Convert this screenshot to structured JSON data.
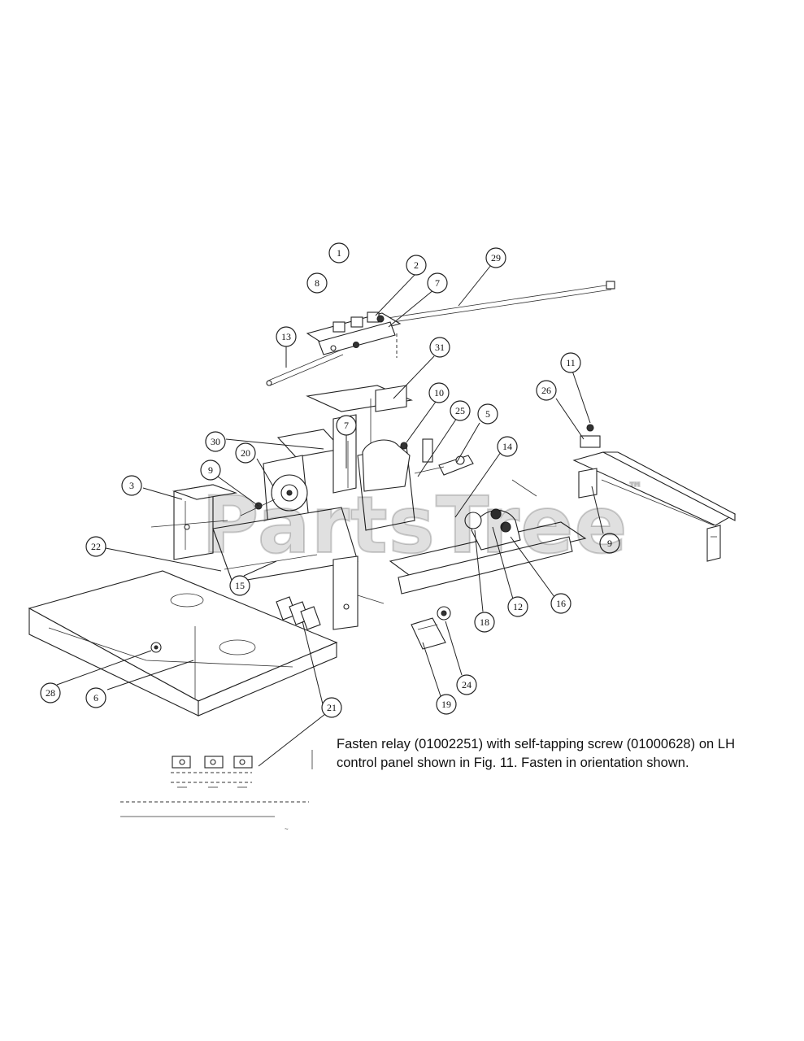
{
  "diagram": {
    "callouts": [
      "1",
      "2",
      "29",
      "8",
      "7",
      "13",
      "31",
      "11",
      "26",
      "10",
      "25",
      "5",
      "30",
      "7",
      "20",
      "14",
      "9",
      "3",
      "22",
      "9",
      "15",
      "12",
      "16",
      "18",
      "24",
      "28",
      "6",
      "19",
      "21"
    ],
    "note": "Fasten relay (01002251) with self-tapping screw (01000628) on LH control panel shown in Fig. 11. Fasten in orientation shown.",
    "watermark": "PartsTree",
    "watermark_mark": "™"
  }
}
